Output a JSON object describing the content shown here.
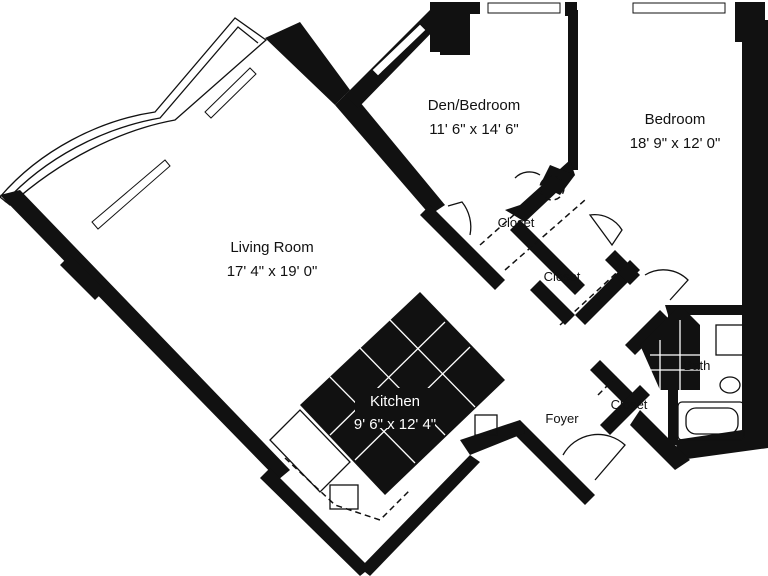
{
  "rooms": {
    "living_room": {
      "name": "Living Room",
      "dims": "17' 4\" x 19' 0\""
    },
    "den_bedroom": {
      "name": "Den/Bedroom",
      "dims": "11' 6\" x 14' 6\""
    },
    "bedroom": {
      "name": "Bedroom",
      "dims": "18' 9\" x 12' 0\""
    },
    "kitchen": {
      "name": "Kitchen",
      "dims": "9' 6\" x 12' 4\""
    }
  },
  "labels": {
    "closet_den": "Closet",
    "closet_hall": "Closet",
    "closet_foyer": "Closet",
    "bath": "Bath",
    "foyer": "Foyer"
  }
}
